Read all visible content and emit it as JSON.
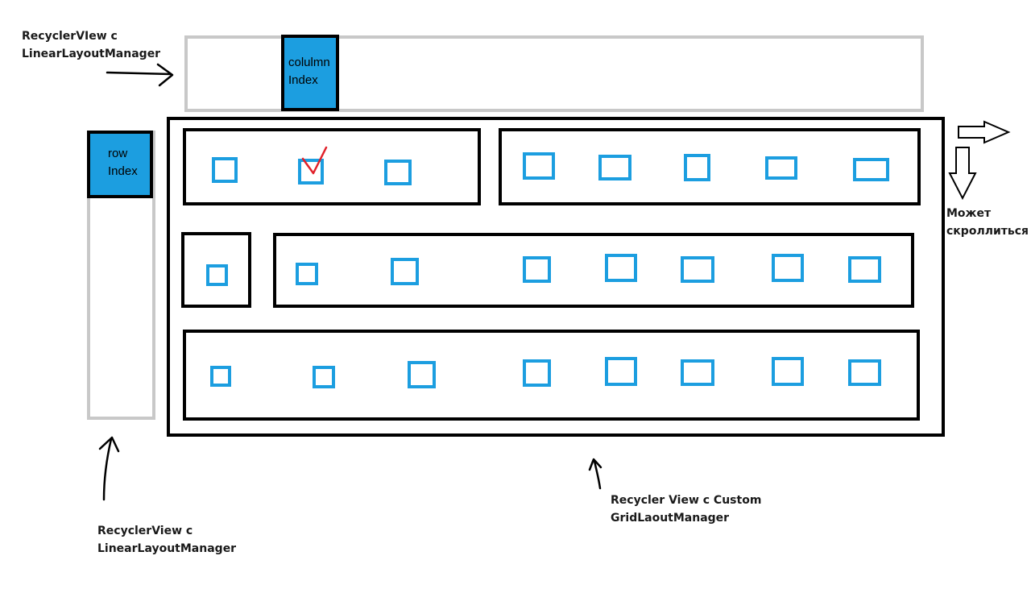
{
  "labels": {
    "top_recycler": [
      "RecyclerVIew c",
      "LinearLayoutManager"
    ],
    "bottom_recycler": [
      "RecyclerView c",
      "LinearLayoutManager"
    ],
    "grid_recycler": [
      "Recycler View c Custom",
      "GridLaoutManager"
    ],
    "scroll_note": [
      "Может",
      "скроллиться"
    ]
  },
  "column_index_cell": [
    "colulmn",
    "Index"
  ],
  "row_index_cell": [
    "row",
    "Index"
  ],
  "colors": {
    "index_cell_fill": "#1c9ee0",
    "item_stroke": "#1c9ee0",
    "header_border": "#c8c8c8",
    "grid_border": "#000000",
    "checkmark": "#e0202a"
  }
}
